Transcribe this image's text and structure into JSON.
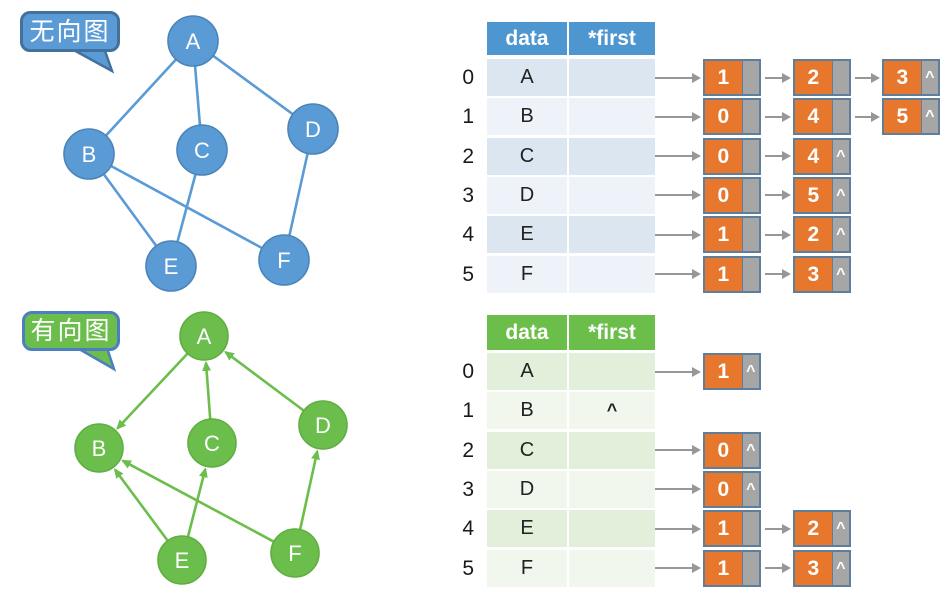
{
  "top": {
    "bubble_label": "无向图",
    "graph": {
      "type": "undirected",
      "nodes": [
        "A",
        "B",
        "C",
        "D",
        "E",
        "F"
      ],
      "edges": [
        [
          "A",
          "B"
        ],
        [
          "A",
          "C"
        ],
        [
          "A",
          "D"
        ],
        [
          "B",
          "E"
        ],
        [
          "B",
          "F"
        ],
        [
          "C",
          "E"
        ],
        [
          "D",
          "F"
        ]
      ]
    },
    "table": {
      "headers": [
        "data",
        "*first"
      ],
      "null_symbol": "^",
      "rows": [
        {
          "index": "0",
          "data": "A",
          "first": "",
          "list": [
            "1",
            "2",
            "3"
          ]
        },
        {
          "index": "1",
          "data": "B",
          "first": "",
          "list": [
            "0",
            "4",
            "5"
          ]
        },
        {
          "index": "2",
          "data": "C",
          "first": "",
          "list": [
            "0",
            "4"
          ]
        },
        {
          "index": "3",
          "data": "D",
          "first": "",
          "list": [
            "0",
            "5"
          ]
        },
        {
          "index": "4",
          "data": "E",
          "first": "",
          "list": [
            "1",
            "2"
          ]
        },
        {
          "index": "5",
          "data": "F",
          "first": "",
          "list": [
            "1",
            "3"
          ]
        }
      ]
    }
  },
  "bottom": {
    "bubble_label": "有向图",
    "graph": {
      "type": "directed",
      "nodes": [
        "A",
        "B",
        "C",
        "D",
        "E",
        "F"
      ],
      "edges": [
        [
          "A",
          "B"
        ],
        [
          "C",
          "A"
        ],
        [
          "D",
          "A"
        ],
        [
          "E",
          "B"
        ],
        [
          "E",
          "C"
        ],
        [
          "F",
          "B"
        ],
        [
          "F",
          "D"
        ]
      ]
    },
    "table": {
      "headers": [
        "data",
        "*first"
      ],
      "null_symbol": "^",
      "rows": [
        {
          "index": "0",
          "data": "A",
          "first": "",
          "list": [
            "1"
          ]
        },
        {
          "index": "1",
          "data": "B",
          "first": "^",
          "list": []
        },
        {
          "index": "2",
          "data": "C",
          "first": "",
          "list": [
            "0"
          ]
        },
        {
          "index": "3",
          "data": "D",
          "first": "",
          "list": [
            "0"
          ]
        },
        {
          "index": "4",
          "data": "E",
          "first": "",
          "list": [
            "1",
            "2"
          ]
        },
        {
          "index": "5",
          "data": "F",
          "first": "",
          "list": [
            "1",
            "3"
          ]
        }
      ]
    }
  },
  "colors": {
    "blue_node": "#5b9bd5",
    "blue_node_border": "#4a84b8",
    "blue_edge": "#5b9bd5",
    "blue_bubble_border": "#41719c",
    "green_node": "#6cbe4c",
    "green_node_border": "#60ae41",
    "green_edge": "#6cbe4c",
    "green_bubble_border": "#4d7ebf",
    "header_blue": "#4e96cf",
    "row_blue_a": "#dce6f1",
    "row_blue_b": "#eef3f9",
    "header_green": "#6cbe4a",
    "row_green_a": "#e2efda",
    "row_green_b": "#f1f7ec",
    "orange": "#e8772e",
    "pointer_gray": "#a6a6a6",
    "arrow_gray": "#979797"
  }
}
